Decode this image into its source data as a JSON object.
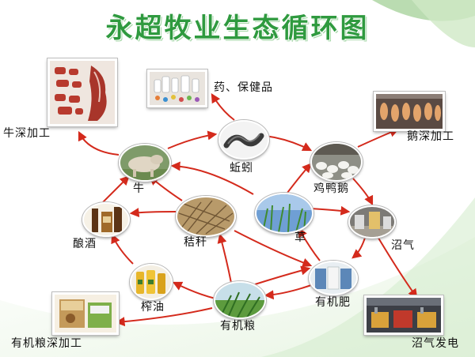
{
  "title": "永超牧业生态循环图",
  "nodes": {
    "cattle": "牛",
    "earthworm": "蚯蚓",
    "poultry": "鸡鸭鹅",
    "straw": "秸秆",
    "grass": "草",
    "biogas": "沼气",
    "wine": "酿酒",
    "oil": "榨油",
    "grain": "有机粮",
    "fertilizer": "有机肥"
  },
  "products": {
    "beef_processing": "牛深加工",
    "medicine": "药、保健品",
    "goose_processing": "鹅深加工",
    "grain_processing": "有机粮深加工",
    "biogas_power": "沼气发电"
  },
  "colors": {
    "title": "#2f9a3f",
    "arrow": "#d42a1c",
    "background_green": "#e9f5e4"
  }
}
